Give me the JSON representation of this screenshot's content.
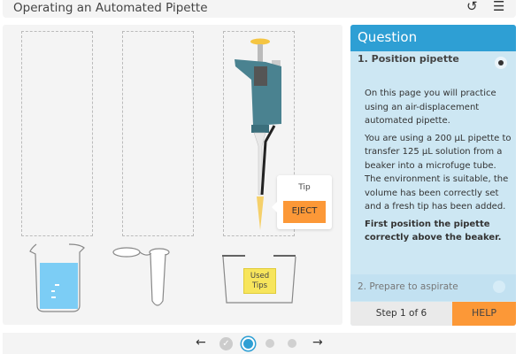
{
  "header": {
    "title": "Operating an Automated Pipette",
    "reset_icon": "reset-icon",
    "menu_icon": "hamburger-menu-icon"
  },
  "stage": {
    "tooltip": {
      "label": "Tip",
      "button": "EJECT"
    },
    "bin_label_line1": "Used",
    "bin_label_line2": "Tips"
  },
  "question": {
    "heading": "Question",
    "step1": "1. Position pipette",
    "paragraphs": [
      "On this page you will practice using an air-displacement automated pipette.",
      "You are using a 200 µL pipette to transfer 125 µL solution from a beaker into a microfuge tube. The environment is suitable, the volume has been correctly set and a fresh tip has been added."
    ],
    "instruction": "First position the pipette correctly above the beaker.",
    "step2": "2. Prepare to aspirate",
    "step_counter": "Step 1 of 6",
    "help": "HELP"
  },
  "nav": {
    "prev": "←",
    "next": "→",
    "pages": 4,
    "current": 2
  },
  "colors": {
    "accent": "#2e9fd4",
    "orange": "#fc9837",
    "liquid": "#7ccdf5",
    "pipette": "#4a8290"
  }
}
